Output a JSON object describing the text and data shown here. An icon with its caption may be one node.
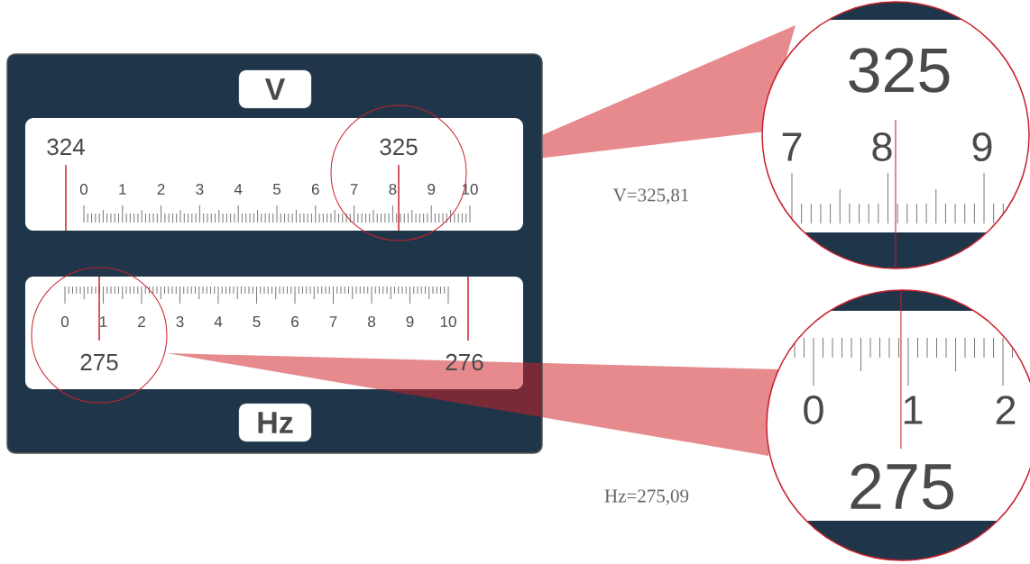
{
  "diagram": {
    "labels": [
      "V",
      "324",
      "325",
      "0",
      "1",
      "2",
      "3",
      "4",
      "5",
      "6",
      "7",
      "8",
      "9",
      "10",
      "V=325,81",
      "325",
      "7",
      "8",
      "9",
      "0",
      "1",
      "2",
      "3",
      "4",
      "5",
      "6",
      "7",
      "8",
      "9",
      "10",
      "275",
      "276",
      "Hz",
      "0",
      "1",
      "2",
      "275",
      "Hz=275,09"
    ]
  }
}
